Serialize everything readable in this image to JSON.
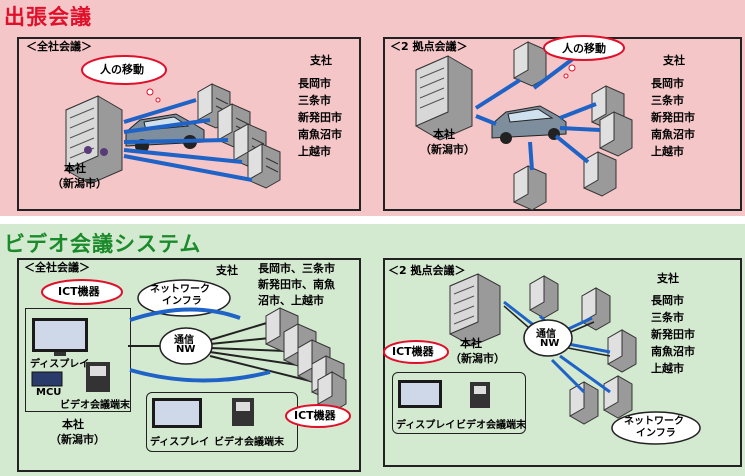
{
  "top_section": {
    "title": "出張会議",
    "panel1": {
      "label": "＜全社会議＞",
      "bubble": "人の移動",
      "hq": [
        "本社",
        "（新潟市）"
      ],
      "branches_title": "支社",
      "branches": [
        "長岡市",
        "三条市",
        "新発田市",
        "南魚沼市",
        "上越市"
      ]
    },
    "panel2": {
      "label": "＜2 拠点会議＞",
      "bubble": "人の移動",
      "hq": [
        "本社",
        "（新潟市）"
      ],
      "branches_title": "支社",
      "branches": [
        "長岡市",
        "三条市",
        "新発田市",
        "南魚沼市",
        "上越市"
      ]
    }
  },
  "bottom_section": {
    "title": "ビデオ会議システム",
    "panel1": {
      "label": "＜全社会議＞",
      "ict_bubble": "ICT機器",
      "network_bubble": [
        "ネットワーク",
        "インフラ"
      ],
      "comm_cloud": [
        "通信",
        "NW"
      ],
      "branches_title": "支社",
      "branches_lines": [
        "長岡市、三条市",
        "新発田市、南魚",
        "沼市、上越市"
      ],
      "display_label": "ディスプレイ",
      "mcu_label": "MCU",
      "terminal_label": "ビデオ会議端末",
      "hq": [
        "本社",
        "（新潟市）"
      ],
      "branch_display_label": "ディスプレイ",
      "branch_terminal_label": "ビデオ会議端末",
      "branch_ict_bubble": "ICT機器"
    },
    "panel2": {
      "label": "＜2 拠点会議＞",
      "ict_bubble": "ICT機器",
      "hq": [
        "本社",
        "（新潟市）"
      ],
      "comm_cloud": [
        "通信",
        "NW"
      ],
      "network_bubble": [
        "ネットワーク",
        "インフラ"
      ],
      "branches_title": "支社",
      "branches": [
        "長岡市",
        "三条市",
        "新発田市",
        "南魚沼市",
        "上越市"
      ],
      "display_label": "ディスプレイ",
      "terminal_label": "ビデオ会議端末"
    }
  },
  "colors": {
    "top_bg": "#f5c6c8",
    "bottom_bg": "#d4ead0",
    "title_red": "#e0102a",
    "title_green": "#1a8a2a",
    "arrow_blue": "#1f63c6",
    "bubble_red": "#e0102a"
  }
}
